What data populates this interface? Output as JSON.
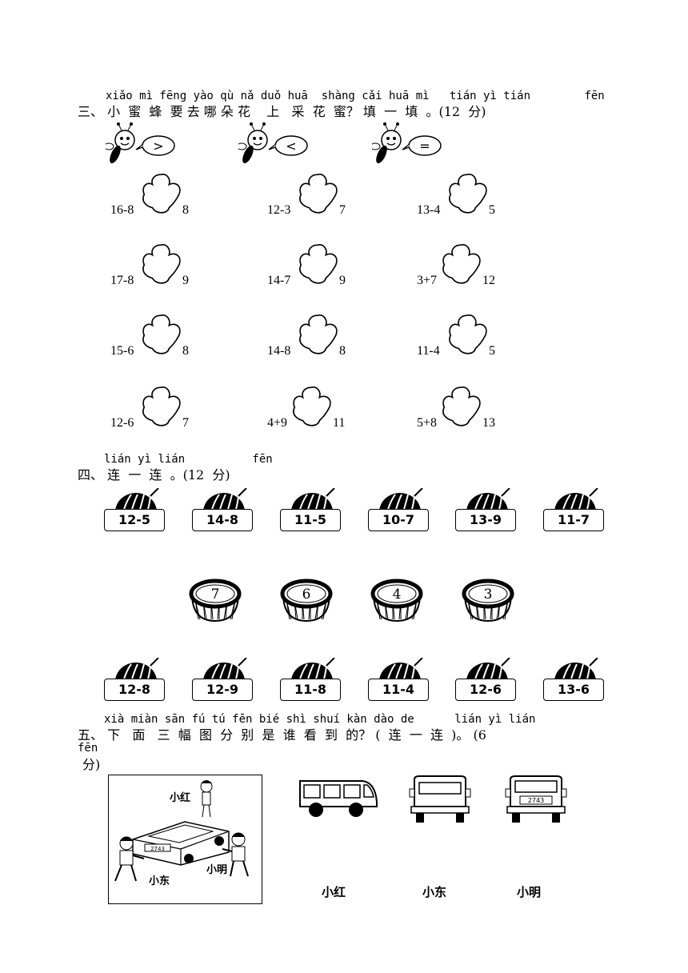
{
  "section3": {
    "pinyin": "xiǎo mì fēng yào qù nǎ duǒ huā  shàng cǎi huā mì   tián yì tián        fēn",
    "title": "三、 小  蜜  蜂  要 去 哪 朵 花    上   采  花  蜜？ 填  一  填  。(12  分)",
    "bees": [
      {
        "symbol": ">"
      },
      {
        "symbol": "<"
      },
      {
        "symbol": "="
      }
    ],
    "rows": [
      [
        {
          "left": "16-8",
          "right": "8"
        },
        {
          "left": "12-3",
          "right": "7"
        },
        {
          "left": "13-4",
          "right": "5"
        }
      ],
      [
        {
          "left": "17-8",
          "right": "9"
        },
        {
          "left": "14-7",
          "right": "9"
        },
        {
          "left": "3+7",
          "right": "12"
        }
      ],
      [
        {
          "left": "15-6",
          "right": "8"
        },
        {
          "left": "14-8",
          "right": "8"
        },
        {
          "left": "11-4",
          "right": "5"
        }
      ],
      [
        {
          "left": "12-6",
          "right": "7"
        },
        {
          "left": "4+9",
          "right": "11"
        },
        {
          "left": "5+8",
          "right": "13"
        }
      ]
    ]
  },
  "section4": {
    "pinyin": "lián yì lián          fēn",
    "title": "四、 连  一  连  。(12  分)",
    "top_cards": [
      "12-5",
      "14-8",
      "11-5",
      "10-7",
      "13-9",
      "11-7"
    ],
    "baskets": [
      "7",
      "6",
      "4",
      "3"
    ],
    "bottom_cards": [
      "12-8",
      "12-9",
      "11-8",
      "11-4",
      "12-6",
      "13-6"
    ]
  },
  "section5": {
    "pinyin": "xià miàn sān fú tú fēn bié shì shuí kàn dào de      lián yì lián",
    "title": "五、 下   面   三  幅  图  分  别  是  谁  看  到  的？ (  连  一  连  )。 (6",
    "pinyin2": "fēn",
    "title2": "分)",
    "scene": {
      "xiaohong": "小红",
      "xiaodong": "小东",
      "xiaoming": "小明",
      "plate": "2743"
    },
    "views_plate": "2743",
    "names": [
      "小红",
      "小东",
      "小明"
    ]
  }
}
